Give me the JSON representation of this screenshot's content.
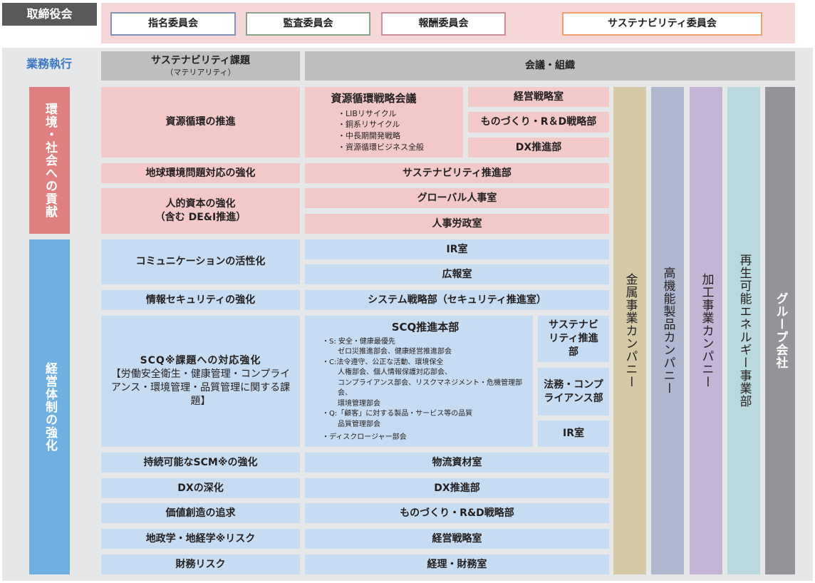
{
  "board": {
    "label": "取締役会",
    "committees": [
      "指名委員会",
      "監査委員会",
      "報酬委員会",
      "サステナビリティ委員会"
    ]
  },
  "execution": {
    "label": "業務執行",
    "header_issue": "サステナビリティ課題",
    "header_issue_sub": "（マテリアリティ）",
    "header_org": "会議・組織"
  },
  "categories": [
    "環境・社会への貢献",
    "経営体制の強化"
  ],
  "issues": [
    "資源循環の推進",
    "地球環境問題対応の強化",
    "人的資本の強化",
    "（含む DE&I推進）",
    "コミュニケーションの活性化",
    "情報セキュリティの強化",
    "SCQ※課題への対応強化",
    "【労働安全衛生・健康管理・コンプライアンス・環境管理・品質管理に関する課題】",
    "持続可能なSCM※の強化",
    "DXの深化",
    "価値創造の追求",
    "地政学・地経学※リスク",
    "財務リスク"
  ],
  "resource_council": {
    "title": "資源循環戦略会議",
    "items": [
      "・LIBリサイクル",
      "・銅系リサイクル",
      "・中長期開発戦略",
      "・資源循環ビジネス全般"
    ]
  },
  "orgs": [
    "経営戦略室",
    "ものづくり・R＆D戦略部",
    "DX推進部",
    "サステナビリティ推進部",
    "グローバル人事室",
    "人事労政室",
    "IR室",
    "広報室",
    "システム戦略部（セキュリティ推進室）",
    "物流資材室",
    "DX推進部",
    "ものづくり・R&D戦略部",
    "経営戦略室",
    "経理・財務室"
  ],
  "scq": {
    "title": "SCQ推進本部",
    "lines": [
      "・S: 安全・健康最優先",
      "ゼロ災推進部会、健康経営推進部会",
      "・C:法令遵守、公正な活動、環境保全",
      "人権部会、個人情報保護対応部会、",
      "コンプライアンス部会、リスクマネジメント・危機管理部会、",
      "環境管理部会",
      "・Q:「顧客」に対する製品・サービス等の品質",
      "品質管理部会",
      "・ディスクロージャー部会"
    ],
    "side": [
      "サステナビリティ推進部",
      "法務・コンプライアンス部",
      "IR室"
    ]
  },
  "companies": [
    "金属事業カンパニー",
    "高機能製品カンパニー",
    "加工事業カンパニー",
    "再生可能エネルギー事業部",
    "グループ会社"
  ]
}
